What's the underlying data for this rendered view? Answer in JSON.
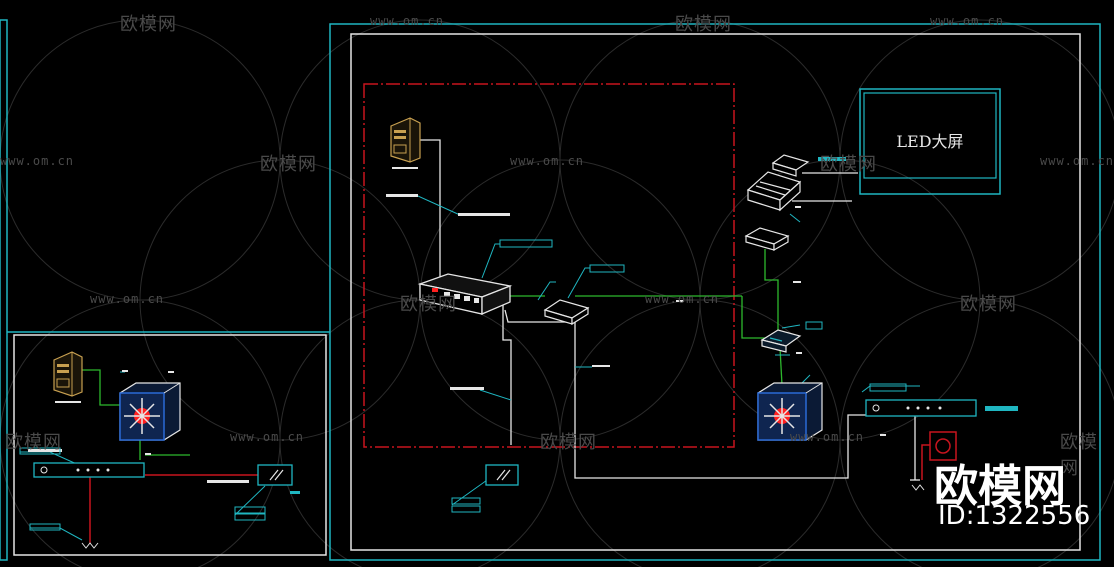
{
  "diagram": {
    "screen_label": "LED大屏"
  },
  "watermark": {
    "brand_text": "欧模网",
    "url_text": "www.om.cn",
    "id_text": "ID:1322556"
  },
  "colors": {
    "background": "#000000",
    "frame_cyan": "#1fb6c1",
    "frame_white": "#e6e6e6",
    "red_boundary": "#c8141e",
    "cable_white": "#e6e6e6",
    "cable_green": "#2db82d",
    "cable_red": "#c8141e",
    "leader_cyan": "#1fb6c1",
    "device_yellow": "#c8a050",
    "switch_blue": "#2a6ad6",
    "hub_red": "#ff2020"
  },
  "icons": {
    "computer": "computer-tower-icon",
    "switch": "network-switch-icon",
    "processor": "video-processor-icon",
    "receiver": "receiver-card-icon",
    "distributor": "power-distributor-icon",
    "socket": "power-socket-icon",
    "speaker": "speaker-icon"
  }
}
